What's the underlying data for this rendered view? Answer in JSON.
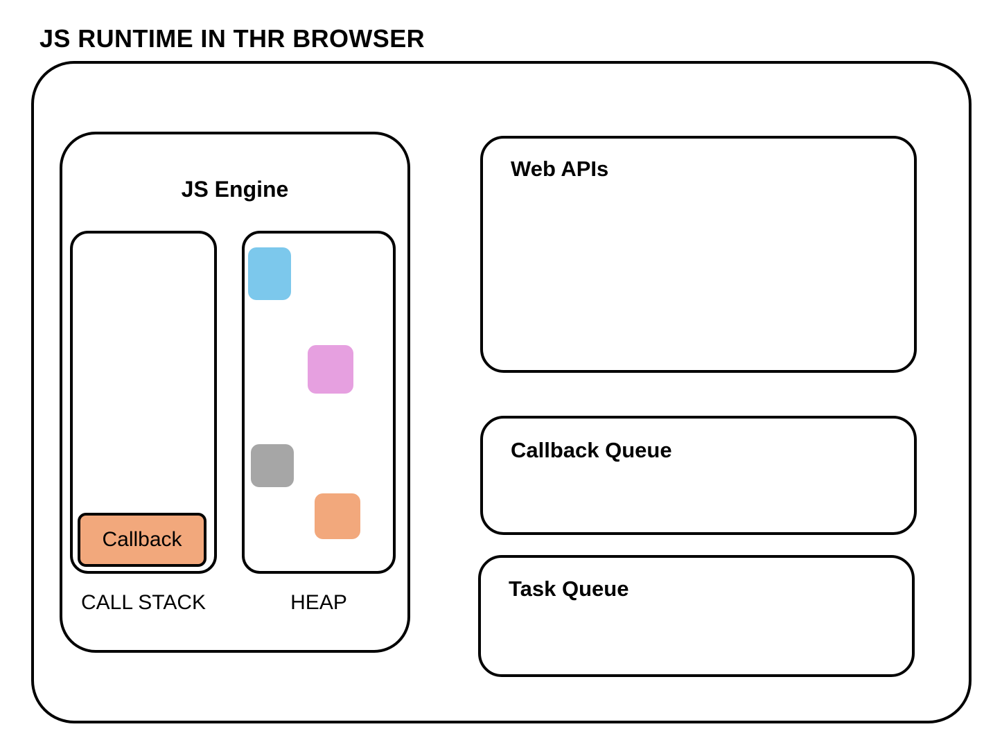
{
  "title": "JS RUNTIME IN THR BROWSER",
  "engine": {
    "title": "JS Engine",
    "call_stack": {
      "label": "CALL STACK",
      "frames": [
        {
          "label": "Callback",
          "fill": "#F2A87C",
          "stroke": "#000000"
        }
      ]
    },
    "heap": {
      "label": "HEAP",
      "objects": [
        {
          "name": "heap-object-blue",
          "color": "#7CC8EC"
        },
        {
          "name": "heap-object-pink",
          "color": "#E6A0E0"
        },
        {
          "name": "heap-object-gray",
          "color": "#A6A6A6"
        },
        {
          "name": "heap-object-orange",
          "color": "#F2A87C"
        }
      ]
    }
  },
  "panels": [
    {
      "title": "Web APIs"
    },
    {
      "title": "Callback Queue"
    },
    {
      "title": "Task Queue"
    }
  ],
  "colors": {
    "stroke": "#000000",
    "background": "#FFFFFF",
    "blue": "#7CC8EC",
    "pink": "#E6A0E0",
    "gray": "#A6A6A6",
    "orange": "#F2A87C"
  }
}
